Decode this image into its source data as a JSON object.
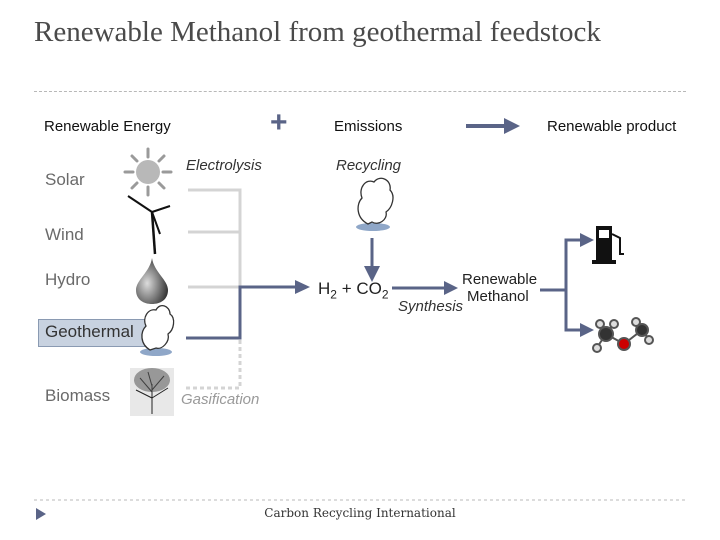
{
  "title": "Renewable Methanol from geothermal feedstock",
  "header": {
    "renewable_energy": "Renewable Energy",
    "plus_symbol": "+",
    "emissions": "Emissions",
    "renewable_product": "Renewable product"
  },
  "sources": [
    "Solar",
    "Wind",
    "Hydro",
    "Geothermal",
    "Biomass"
  ],
  "process_labels": {
    "electrolysis": "Electrolysis",
    "recycling": "Recycling",
    "gasification": "Gasification",
    "synthesis": "Synthesis"
  },
  "formula": {
    "h2": "H",
    "h2_sub": "2",
    "plus_co": " + CO",
    "co2_sub": "2"
  },
  "product": {
    "line1": "Renewable",
    "line2": "Methanol"
  },
  "footer": "Carbon Recycling International",
  "icons": [
    "sun-icon",
    "wind-turbine-icon",
    "water-drop-icon",
    "steam-cloud-icon",
    "tree-icon",
    "fuel-pump-icon",
    "methanol-molecule-icon",
    "bullet-arrow-icon"
  ],
  "colors": {
    "flow_line": "#5a6487",
    "source_connector": "#d4d4d4",
    "highlight": "#c8d2e0",
    "oxygen": "#cc0000"
  }
}
